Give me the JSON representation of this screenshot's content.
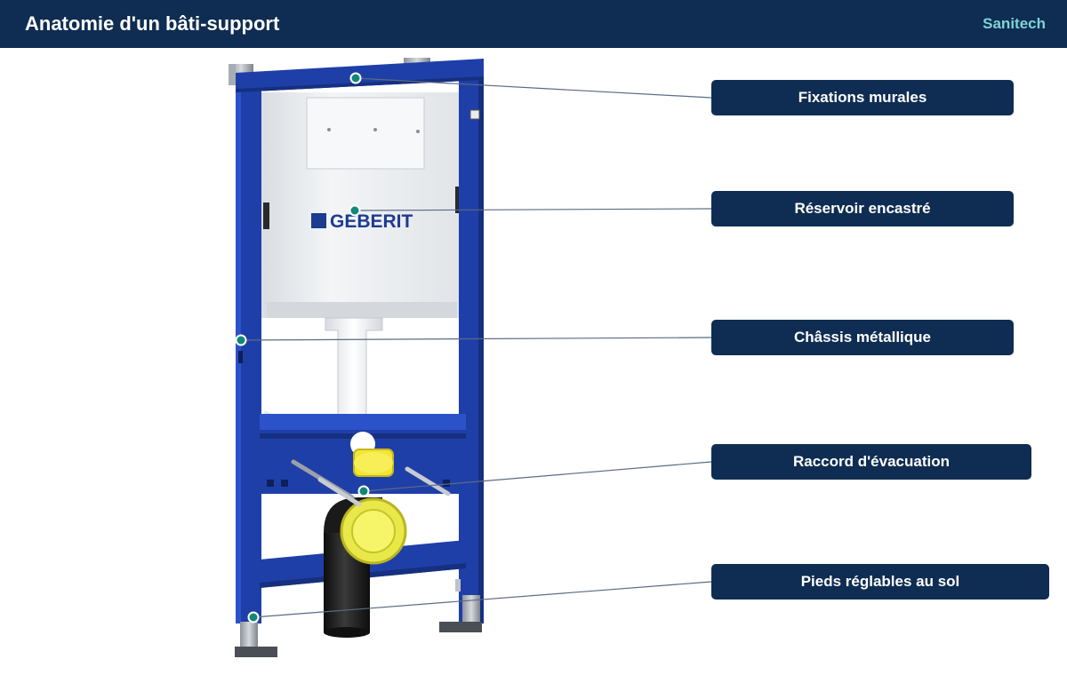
{
  "header": {
    "title": "Anatomie d'un bâti-support",
    "brand": "Sanitech"
  },
  "illustration": {
    "logo_text": "GEBERIT"
  },
  "callouts": [
    {
      "label": "Fixations murales"
    },
    {
      "label": "Réservoir encastré"
    },
    {
      "label": "Châssis métallique"
    },
    {
      "label": "Raccord d'évacuation"
    },
    {
      "label": "Pieds réglables au sol"
    }
  ],
  "colors": {
    "header_bg": "#0f2d52",
    "brand": "#7fd3d6",
    "frame_blue": "#1f3fa8",
    "marker": "#13867a",
    "leader_line": "#5a6b85"
  }
}
